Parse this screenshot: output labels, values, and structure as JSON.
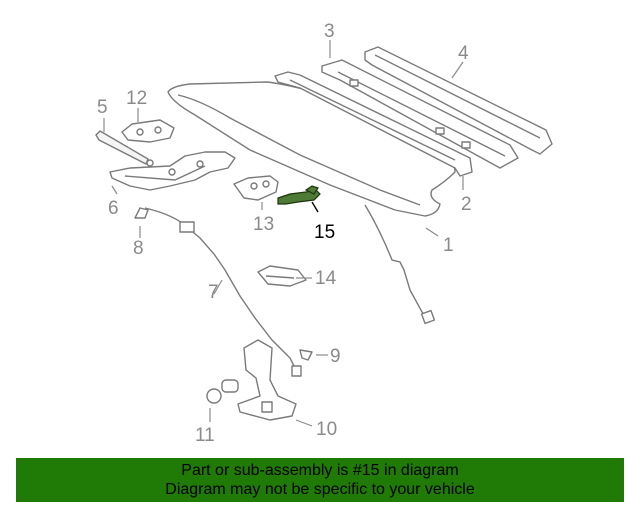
{
  "callouts": {
    "c1": "1",
    "c2": "2",
    "c3": "3",
    "c4": "4",
    "c5": "5",
    "c6": "6",
    "c7": "7",
    "c8": "8",
    "c9": "9",
    "c10": "10",
    "c11": "11",
    "c12": "12",
    "c13": "13",
    "c14": "14",
    "c15": "15"
  },
  "highlighted_part": "15",
  "colors": {
    "banner_bg": "#1f7a06",
    "highlight_part": "#4e7a35",
    "line_art": "#7a7a7a"
  },
  "banner": {
    "line1": "Part or sub-assembly is #15 in diagram",
    "line2": "Diagram may not be specific to your vehicle"
  }
}
